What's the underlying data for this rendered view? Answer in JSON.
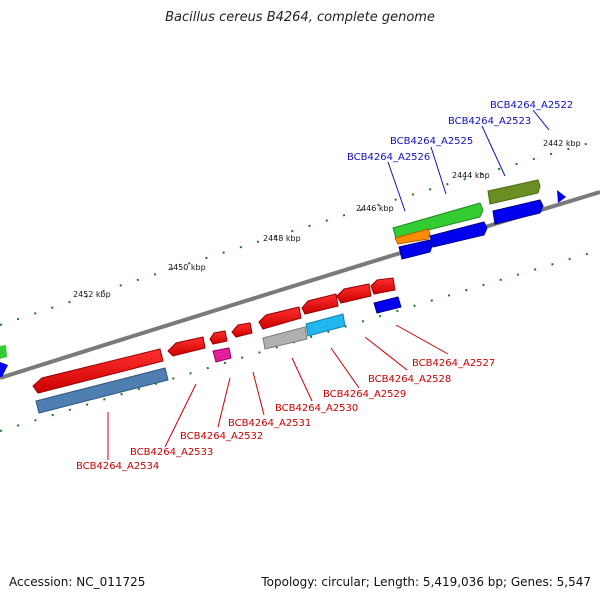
{
  "map": {
    "title": "Bacillus cereus B4264, complete genome",
    "accession_text": "Accession: NC_011725",
    "summary_text": "Topology: circular; Length: 5,419,036 bp; Genes: 5,547"
  },
  "ruler": {
    "unit": "kbp",
    "labels": [
      "2442 kbp",
      "2444 kbp",
      "2446 kbp",
      "2448 kbp",
      "2450 kbp",
      "2452 kbp"
    ]
  },
  "colors": {
    "backbone": "#808080",
    "tick": "#1a7a1a",
    "label_forward": "#1010c0",
    "label_reverse": "#cc0000"
  },
  "genes_forward": [
    "BCB4264_A2522",
    "BCB4264_A2523",
    "BCB4264_A2525",
    "BCB4264_A2526"
  ],
  "genes_reverse": [
    "BCB4264_A2527",
    "BCB4264_A2528",
    "BCB4264_A2529",
    "BCB4264_A2530",
    "BCB4264_A2531",
    "BCB4264_A2532",
    "BCB4264_A2533",
    "BCB4264_A2534"
  ]
}
